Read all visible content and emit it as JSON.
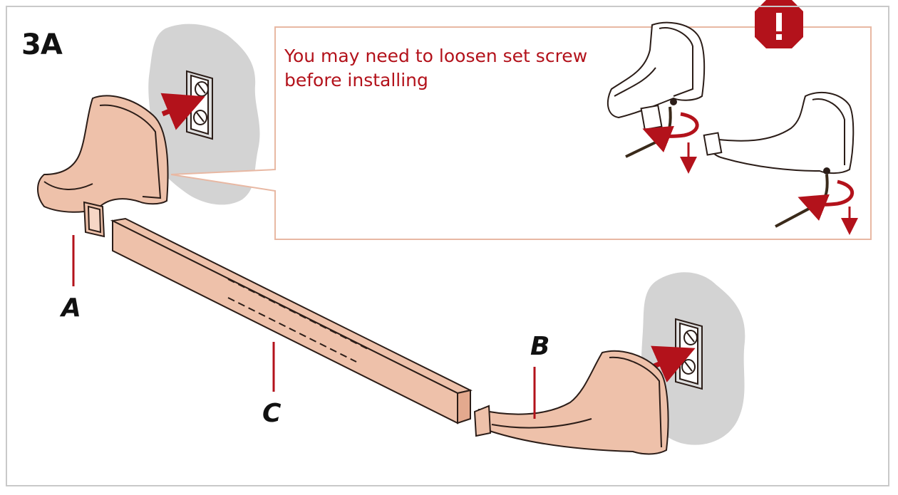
{
  "step": "3A",
  "note": "You may need to loosen set screw before installing",
  "labels": {
    "a": "A",
    "b": "B",
    "c": "C"
  },
  "warning_icon": "exclamation-octagon-icon",
  "colors": {
    "part": "#eec1aa",
    "outline": "#2b1d18",
    "accent": "#b3121b",
    "callout": "#e8b8a3",
    "wall": "#d3d3d3"
  }
}
